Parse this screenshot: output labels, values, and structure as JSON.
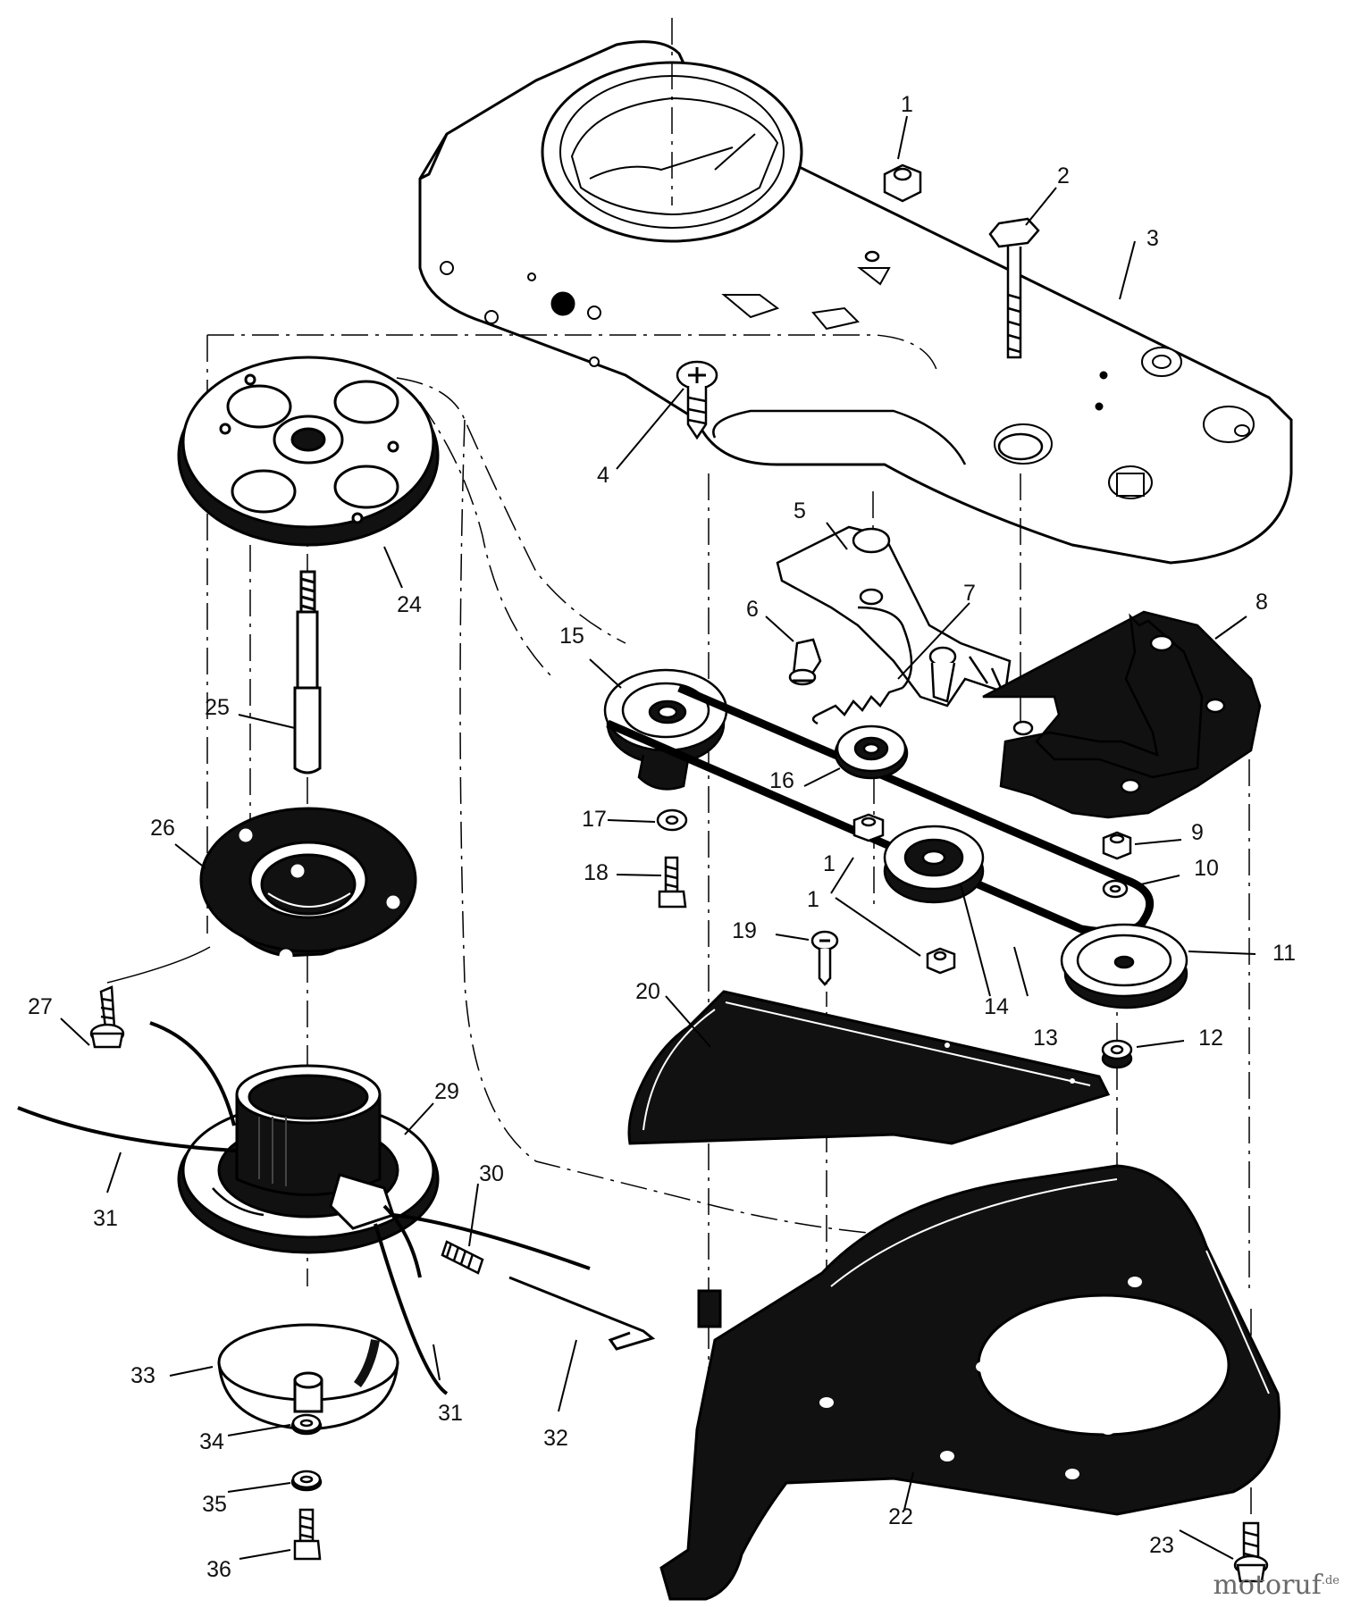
{
  "parts": [
    {
      "id": "1a",
      "label": "1"
    },
    {
      "id": "2",
      "label": "2"
    },
    {
      "id": "3",
      "label": "3"
    },
    {
      "id": "4",
      "label": "4"
    },
    {
      "id": "5",
      "label": "5"
    },
    {
      "id": "6",
      "label": "6"
    },
    {
      "id": "7",
      "label": "7"
    },
    {
      "id": "8",
      "label": "8"
    },
    {
      "id": "9",
      "label": "9"
    },
    {
      "id": "10",
      "label": "10"
    },
    {
      "id": "11",
      "label": "11"
    },
    {
      "id": "12",
      "label": "12"
    },
    {
      "id": "13",
      "label": "13"
    },
    {
      "id": "14",
      "label": "14"
    },
    {
      "id": "15",
      "label": "15"
    },
    {
      "id": "16",
      "label": "16"
    },
    {
      "id": "17",
      "label": "17"
    },
    {
      "id": "18",
      "label": "18"
    },
    {
      "id": "19",
      "label": "19"
    },
    {
      "id": "20",
      "label": "20"
    },
    {
      "id": "1b",
      "label": "1"
    },
    {
      "id": "1c",
      "label": "1"
    },
    {
      "id": "22",
      "label": "22"
    },
    {
      "id": "23",
      "label": "23"
    },
    {
      "id": "24",
      "label": "24"
    },
    {
      "id": "25",
      "label": "25"
    },
    {
      "id": "26",
      "label": "26"
    },
    {
      "id": "27",
      "label": "27"
    },
    {
      "id": "29",
      "label": "29"
    },
    {
      "id": "30",
      "label": "30"
    },
    {
      "id": "31a",
      "label": "31"
    },
    {
      "id": "31b",
      "label": "31"
    },
    {
      "id": "32",
      "label": "32"
    },
    {
      "id": "33",
      "label": "33"
    },
    {
      "id": "34",
      "label": "34"
    },
    {
      "id": "35",
      "label": "35"
    },
    {
      "id": "36",
      "label": "36"
    }
  ],
  "watermark": {
    "name": "motoruf",
    "tld": ".de"
  }
}
